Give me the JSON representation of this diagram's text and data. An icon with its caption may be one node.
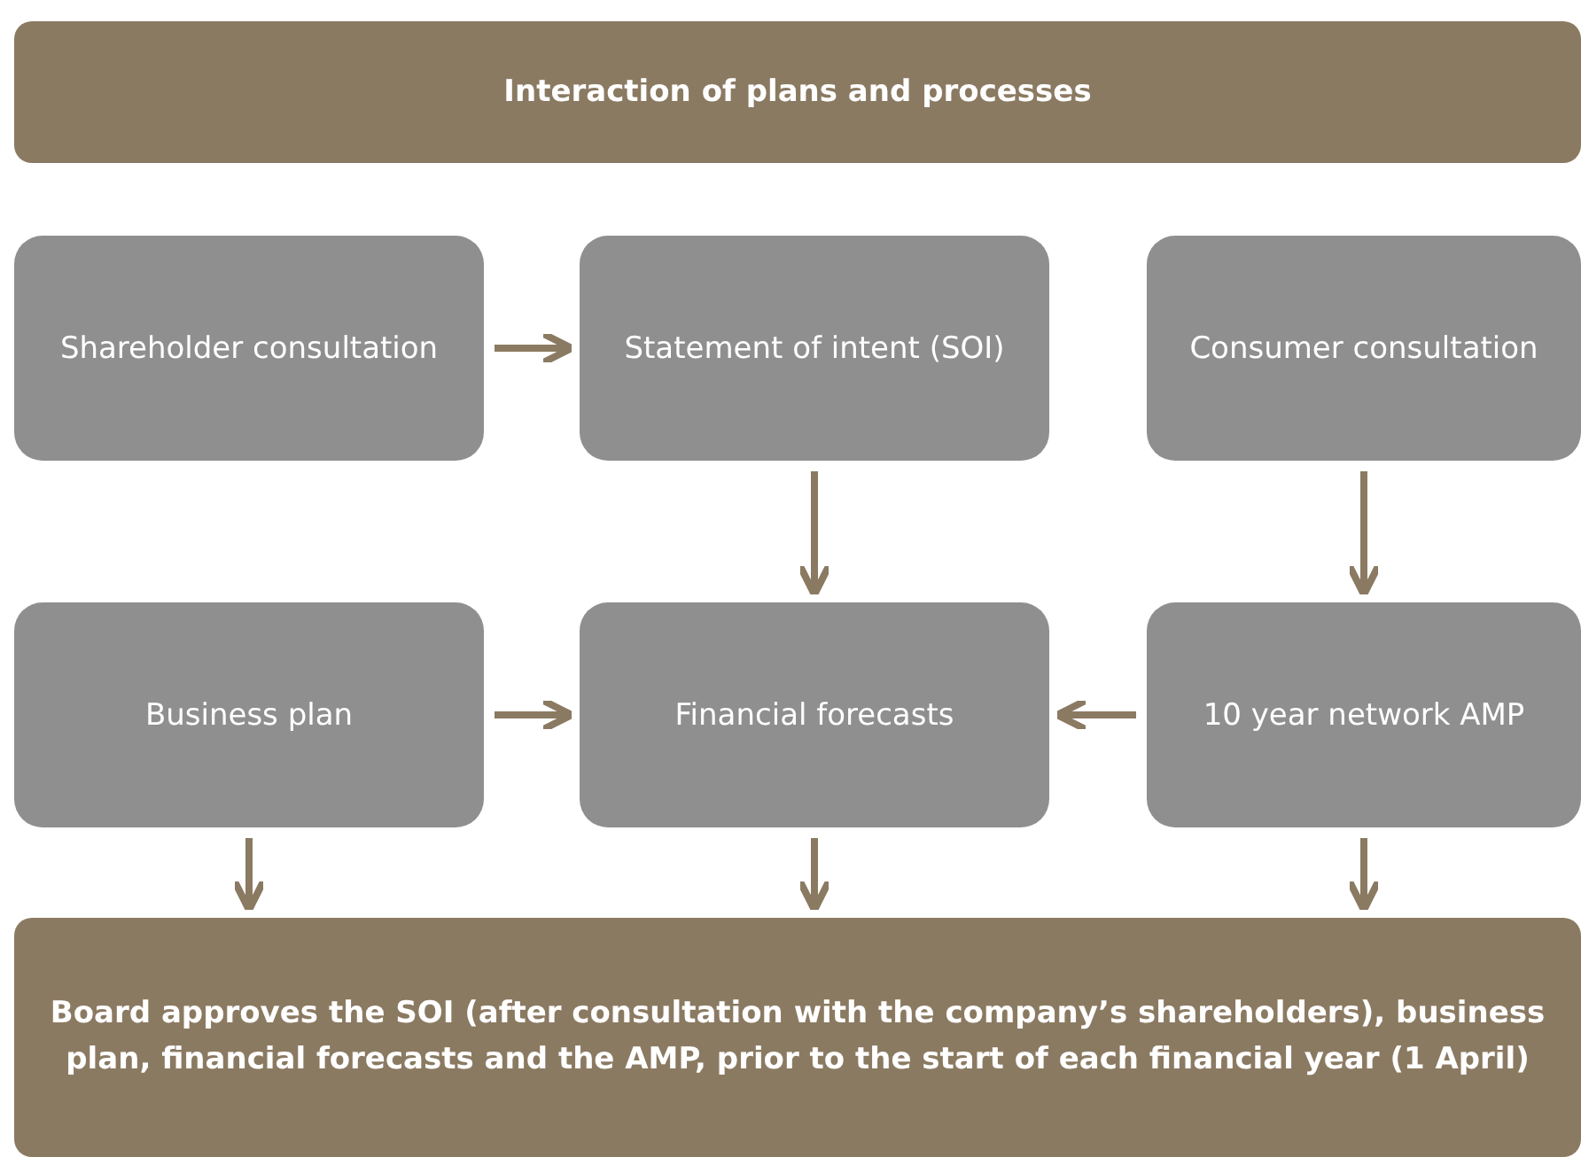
{
  "diagram": {
    "nodes": [
      {
        "text": [
          "Interaction of plans and processes"
        ]
      },
      {
        "text": [
          "Shareholder consultation"
        ]
      },
      {
        "text": [
          "Statement of intent (SOI)"
        ]
      },
      {
        "text": [
          "Consumer consultation"
        ]
      },
      {
        "text": [
          "Business plan"
        ]
      },
      {
        "text": [
          "Financial forecasts"
        ]
      },
      {
        "text": [
          "10 year network AMP"
        ]
      },
      {
        "text": [
          "Board approves the SOI (after consultation with the company’s shareholders), business plan, financial forecasts and the AMP, prior to the start of each financial year (1 April)"
        ]
      }
    ],
    "edges": [
      {
        "from": 1,
        "to": 2,
        "arrow": "to"
      },
      {
        "from": 2,
        "to": 5,
        "arrow": "to"
      },
      {
        "from": 3,
        "to": 6,
        "arrow": "to"
      },
      {
        "from": 4,
        "to": 5,
        "arrow": "to"
      },
      {
        "from": 6,
        "to": 5,
        "arrow": "to"
      },
      {
        "from": 4,
        "to": 7,
        "arrow": "to"
      },
      {
        "from": 5,
        "to": 7,
        "arrow": "to"
      },
      {
        "from": 6,
        "to": 7,
        "arrow": "to"
      }
    ]
  }
}
